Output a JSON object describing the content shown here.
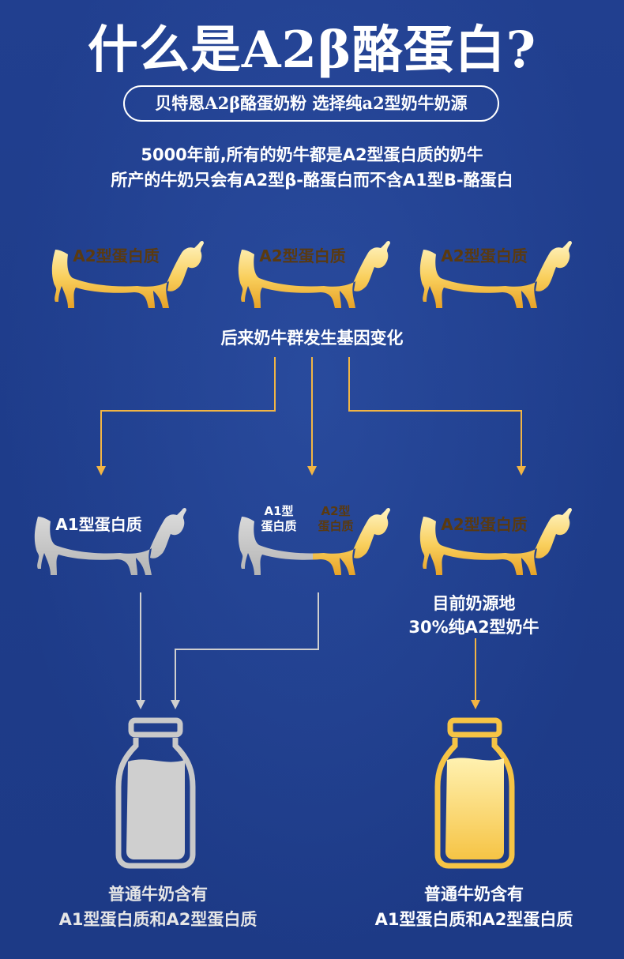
{
  "title": "什么是A2β酪蛋白?",
  "subtitle": "贝特恩A2β酪蛋奶粉  选择纯a2型奶牛奶源",
  "intro": {
    "line1": "5000年前,所有的奶牛都是A2型蛋白质的奶牛",
    "line2": "所产的牛奶只会有A2型β-酪蛋白而不含A1型B-酪蛋白"
  },
  "top_cows": [
    {
      "label": "A2型蛋白质"
    },
    {
      "label": "A2型蛋白质"
    },
    {
      "label": "A2型蛋白质"
    }
  ],
  "mutation_label": "后来奶牛群发生基因变化",
  "middle_cows": {
    "a1": {
      "label": "A1型蛋白质"
    },
    "mixed": {
      "left_line1": "A1型",
      "left_line2": "蛋白质",
      "right_line1": "A2型",
      "right_line2": "蛋白质"
    },
    "a2": {
      "label": "A2型蛋白质"
    }
  },
  "source_note": {
    "line1": "目前奶源地",
    "line2": "30%纯A2型奶牛"
  },
  "bottles": {
    "left": {
      "line1": "普通牛奶含有",
      "line2": "A1型蛋白质和A2型蛋白质"
    },
    "right": {
      "line1": "普通牛奶含有",
      "line2": "A1型蛋白质和A2型蛋白质"
    }
  },
  "colors": {
    "background": "#1f3f8e",
    "gold": "#f7c44a",
    "gold_light": "#fff2b8",
    "grey": "#c9c9c9",
    "arrow_gold": "#f2b544",
    "arrow_grey": "#cfcfcf"
  }
}
